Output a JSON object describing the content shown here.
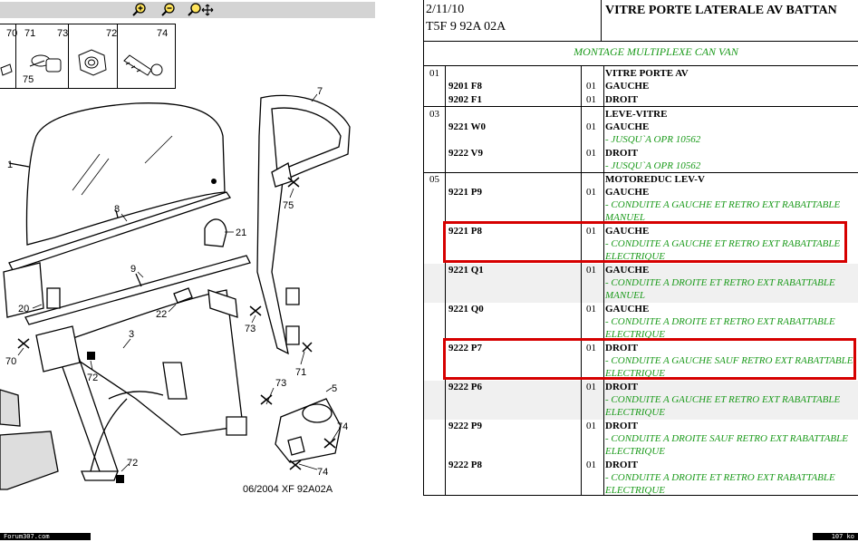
{
  "toolbar": {
    "zoom_in_icon": "zoom-in-icon",
    "zoom_out_icon": "zoom-out-icon",
    "zoom_move_icon": "zoom-move-icon"
  },
  "legend": {
    "numbers": [
      "70",
      "71",
      "73",
      "72",
      "74",
      "75"
    ]
  },
  "diagram": {
    "labels": [
      "7",
      "1",
      "8",
      "21",
      "75",
      "9",
      "20",
      "22",
      "73",
      "3",
      "70",
      "72",
      "71",
      "73",
      "5",
      "74",
      "72",
      "74"
    ],
    "reference": "06/2004   XF 92A02A"
  },
  "header": {
    "date": "2/11/10",
    "code": "T5F 9 92A 02A",
    "title": "VITRE PORTE LATERALE AV BATTAN",
    "subtitle": "MONTAGE MULTIPLEXE CAN VAN"
  },
  "rows": [
    {
      "group": "01",
      "ref": "",
      "qty": "",
      "lines": [
        {
          "text": "VITRE PORTE AV",
          "style": "b"
        }
      ]
    },
    {
      "group": "",
      "ref": "9201 F8",
      "qty": "01",
      "lines": [
        {
          "text": "GAUCHE",
          "style": "b"
        }
      ]
    },
    {
      "group": "",
      "ref": "9202 F1",
      "qty": "01",
      "lines": [
        {
          "text": "DROIT",
          "style": "b"
        }
      ]
    },
    {
      "group": "03",
      "ref": "",
      "qty": "",
      "lines": [
        {
          "text": "LEVE-VITRE",
          "style": "b"
        }
      ]
    },
    {
      "group": "",
      "ref": "9221 W0",
      "qty": "01",
      "lines": [
        {
          "text": "GAUCHE",
          "style": "b"
        },
        {
          "text": "- JUSQU`A OPR 10562",
          "style": "g"
        }
      ]
    },
    {
      "group": "",
      "ref": "9222 V9",
      "qty": "01",
      "lines": [
        {
          "text": "DROIT",
          "style": "b"
        },
        {
          "text": "- JUSQU`A OPR 10562",
          "style": "g"
        }
      ]
    },
    {
      "group": "05",
      "ref": "",
      "qty": "",
      "lines": [
        {
          "text": "MOTOREDUC LEV-V",
          "style": "b"
        }
      ]
    },
    {
      "group": "",
      "ref": "9221 P9",
      "qty": "01",
      "lines": [
        {
          "text": "GAUCHE",
          "style": "b"
        },
        {
          "text": "- CONDUITE A GAUCHE ET RETRO EXT RABATTABLE",
          "style": "g"
        },
        {
          "text": "MANUEL",
          "style": "g"
        }
      ]
    },
    {
      "group": "",
      "ref": "9221 P8",
      "qty": "01",
      "lines": [
        {
          "text": "GAUCHE",
          "style": "b"
        },
        {
          "text": "- CONDUITE A GAUCHE ET RETRO EXT RABATTABLE",
          "style": "g"
        },
        {
          "text": "ELECTRIQUE",
          "style": "g"
        }
      ]
    },
    {
      "group": "",
      "ref": "9221 Q1",
      "qty": "01",
      "lines": [
        {
          "text": "GAUCHE",
          "style": "b"
        },
        {
          "text": "- CONDUITE A DROITE ET RETRO EXT RABATTABLE",
          "style": "g"
        },
        {
          "text": "MANUEL",
          "style": "g"
        }
      ]
    },
    {
      "group": "",
      "ref": "9221 Q0",
      "qty": "01",
      "lines": [
        {
          "text": "GAUCHE",
          "style": "b"
        },
        {
          "text": "- CONDUITE A DROITE ET RETRO EXT RABATTABLE",
          "style": "g"
        },
        {
          "text": "ELECTRIQUE",
          "style": "g"
        }
      ]
    },
    {
      "group": "",
      "ref": "9222 P7",
      "qty": "01",
      "lines": [
        {
          "text": "DROIT",
          "style": "b"
        },
        {
          "text": "- CONDUITE A GAUCHE SAUF RETRO EXT RABATTABLE",
          "style": "g"
        },
        {
          "text": "ELECTRIQUE",
          "style": "g"
        }
      ]
    },
    {
      "group": "",
      "ref": "9222 P6",
      "qty": "01",
      "lines": [
        {
          "text": "DROIT",
          "style": "b"
        },
        {
          "text": "- CONDUITE A GAUCHE ET RETRO EXT RABATTABLE",
          "style": "g"
        },
        {
          "text": "ELECTRIQUE",
          "style": "g"
        }
      ]
    },
    {
      "group": "",
      "ref": "9222 P9",
      "qty": "01",
      "lines": [
        {
          "text": "DROIT",
          "style": "b"
        },
        {
          "text": "- CONDUITE A DROITE SAUF RETRO EXT RABATTABLE",
          "style": "g"
        },
        {
          "text": "ELECTRIQUE",
          "style": "g"
        }
      ]
    },
    {
      "group": "",
      "ref": "9222 P8",
      "qty": "01",
      "lines": [
        {
          "text": "DROIT",
          "style": "b"
        },
        {
          "text": "- CONDUITE A DROITE ET RETRO EXT RABATTABLE",
          "style": "g"
        },
        {
          "text": "ELECTRIQUE",
          "style": "g"
        }
      ]
    }
  ],
  "footer": {
    "left": "Forum307.com",
    "right": "107 ko"
  },
  "colors": {
    "highlight": "#d60000",
    "green_text": "#1a9a1a"
  }
}
